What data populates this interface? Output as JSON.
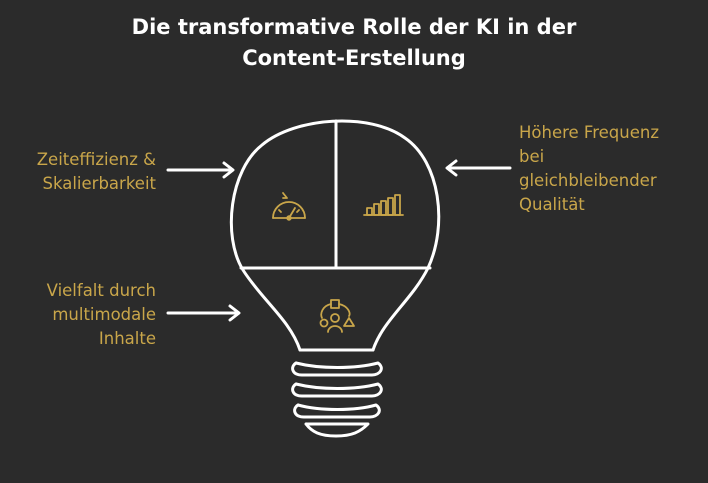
{
  "title": {
    "line1": "Die transformative Rolle der KI in der",
    "line2": "Content-Erstellung"
  },
  "labels": {
    "time_efficiency": [
      "Zeiteffizienz &",
      "Skalierbarkeit"
    ],
    "frequency": [
      "Höhere Frequenz",
      "bei",
      "gleichbleibender",
      "Qualität"
    ],
    "variety": [
      "Vielfalt durch",
      "multimodale",
      "Inhalte"
    ]
  },
  "icons": {
    "time_efficiency": "speedometer-icon",
    "frequency": "bar-chart-icon",
    "variety": "shapes-network-icon"
  },
  "colors": {
    "background": "#2b2b2b",
    "title": "#ffffff",
    "accent": "#c9a64a",
    "outline": "#ffffff"
  }
}
